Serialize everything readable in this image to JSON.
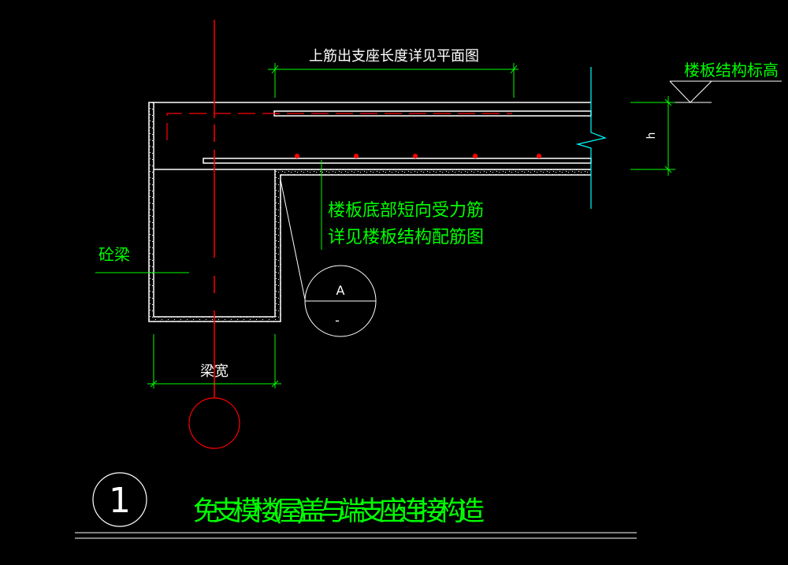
{
  "labels": {
    "top_rebar_note": "上筋出支座长度详见平面图",
    "slab_elevation": "楼板结构标高",
    "height_symbol": "h",
    "bottom_rebar_note_line1": "楼板底部短向受力筋",
    "bottom_rebar_note_line2": "详见楼板结构配筋图",
    "beam_label": "砼梁",
    "beam_width": "梁宽",
    "detail_mark": "A",
    "detail_sheet": "-",
    "drawing_number": "1",
    "title": "免支模楼(屋)盖与端支座连接构造"
  },
  "colors": {
    "background": "#000000",
    "line": "#ffffff",
    "dimension": "#00ff00",
    "centerline": "#ff0000",
    "break_line": "#00ffff"
  }
}
